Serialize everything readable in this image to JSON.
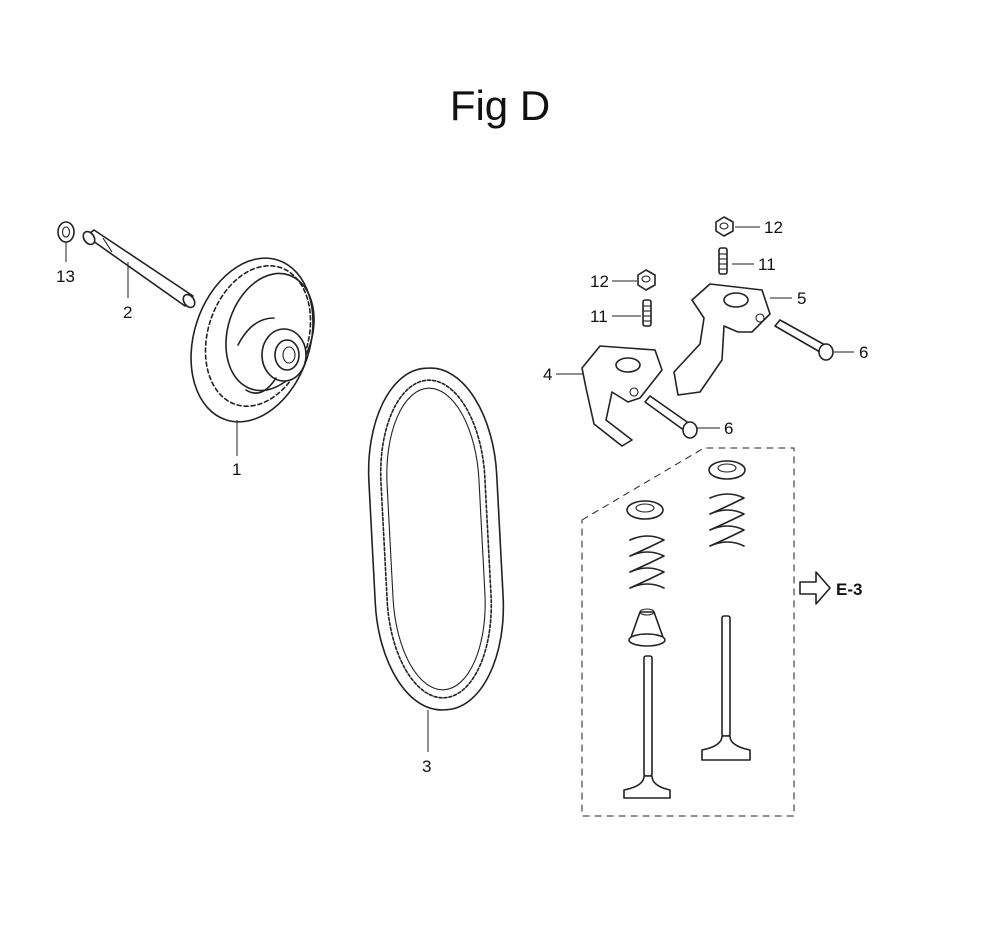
{
  "figure": {
    "title": "Fig D"
  },
  "callouts": {
    "c1": "1",
    "c2": "2",
    "c3": "3",
    "c4": "4",
    "c5": "5",
    "c6a": "6",
    "c6b": "6",
    "c11a": "11",
    "c11b": "11",
    "c12a": "12",
    "c12b": "12",
    "c13": "13"
  },
  "reference": {
    "label": "E-3"
  }
}
